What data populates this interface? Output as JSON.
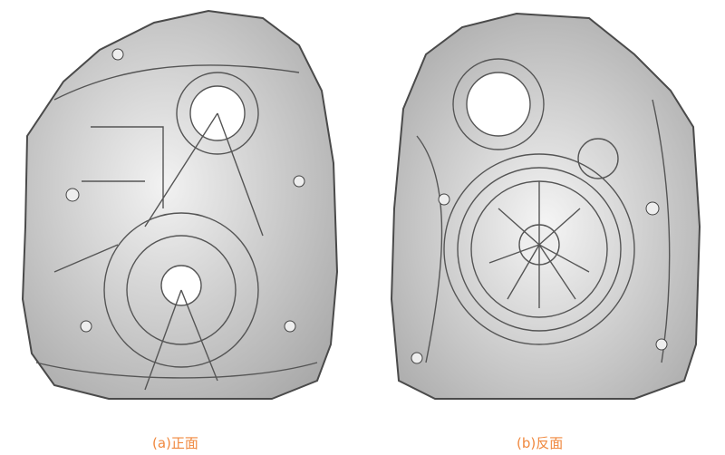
{
  "figure": {
    "panels": [
      {
        "caption": "(a)正面",
        "view": "front"
      },
      {
        "caption": "(b)反面",
        "view": "back"
      }
    ]
  },
  "colors": {
    "caption": "#F0883E",
    "metal": "#c9c9c9",
    "edge": "#4a4a4a"
  }
}
